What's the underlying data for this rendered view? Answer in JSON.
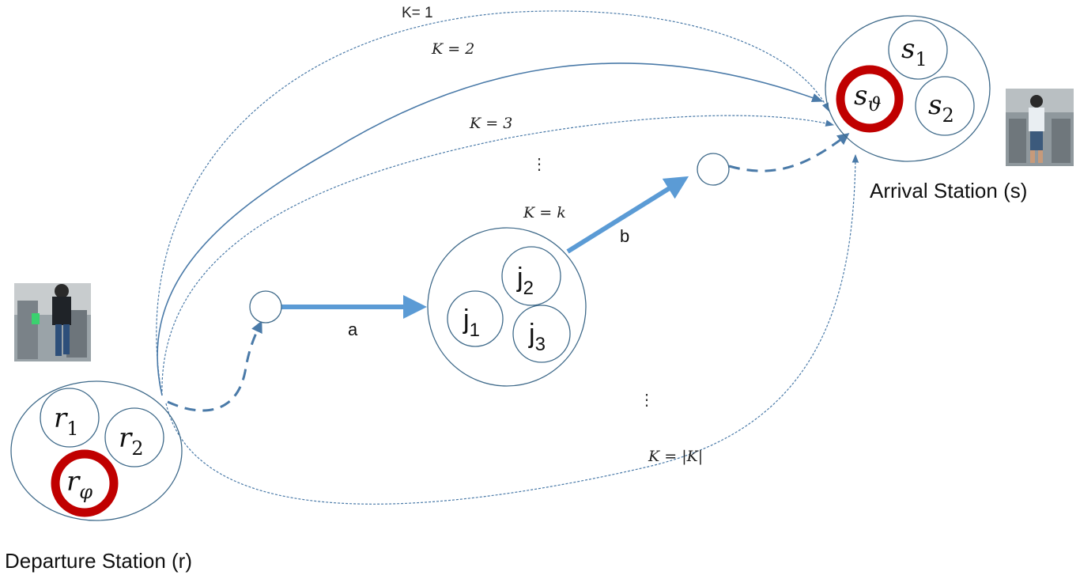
{
  "departure": {
    "label": "Departure Station (r)",
    "nodes": [
      {
        "base": "r",
        "sub": "1"
      },
      {
        "base": "r",
        "sub": "2"
      },
      {
        "base": "r",
        "sub": "φ",
        "highlight": true
      }
    ]
  },
  "arrival": {
    "label": "Arrival Station (s)",
    "nodes": [
      {
        "base": "s",
        "sub": "1"
      },
      {
        "base": "s",
        "sub": "ϑ",
        "highlight": true
      },
      {
        "base": "s",
        "sub": "2"
      }
    ]
  },
  "transfer": {
    "nodes": [
      {
        "base": "j",
        "sub": "2"
      },
      {
        "base": "j",
        "sub": "1"
      },
      {
        "base": "j",
        "sub": "3"
      }
    ]
  },
  "edges": {
    "a": "a",
    "b": "b"
  },
  "routes": {
    "k1": "K= 1",
    "k2": "K = 2",
    "k3": "K = 3",
    "kk": "K = k",
    "kmax": "K = |K|",
    "ellipsis": "⋮"
  },
  "colors": {
    "circle_stroke": "#3f6a8a",
    "route_stroke": "#3f6a8a",
    "edge_blue": "#5b9bd5",
    "highlight_red": "#c00000"
  },
  "icons": {
    "departure_photo": "turnstile-photo",
    "arrival_photo": "turnstile-photo"
  }
}
